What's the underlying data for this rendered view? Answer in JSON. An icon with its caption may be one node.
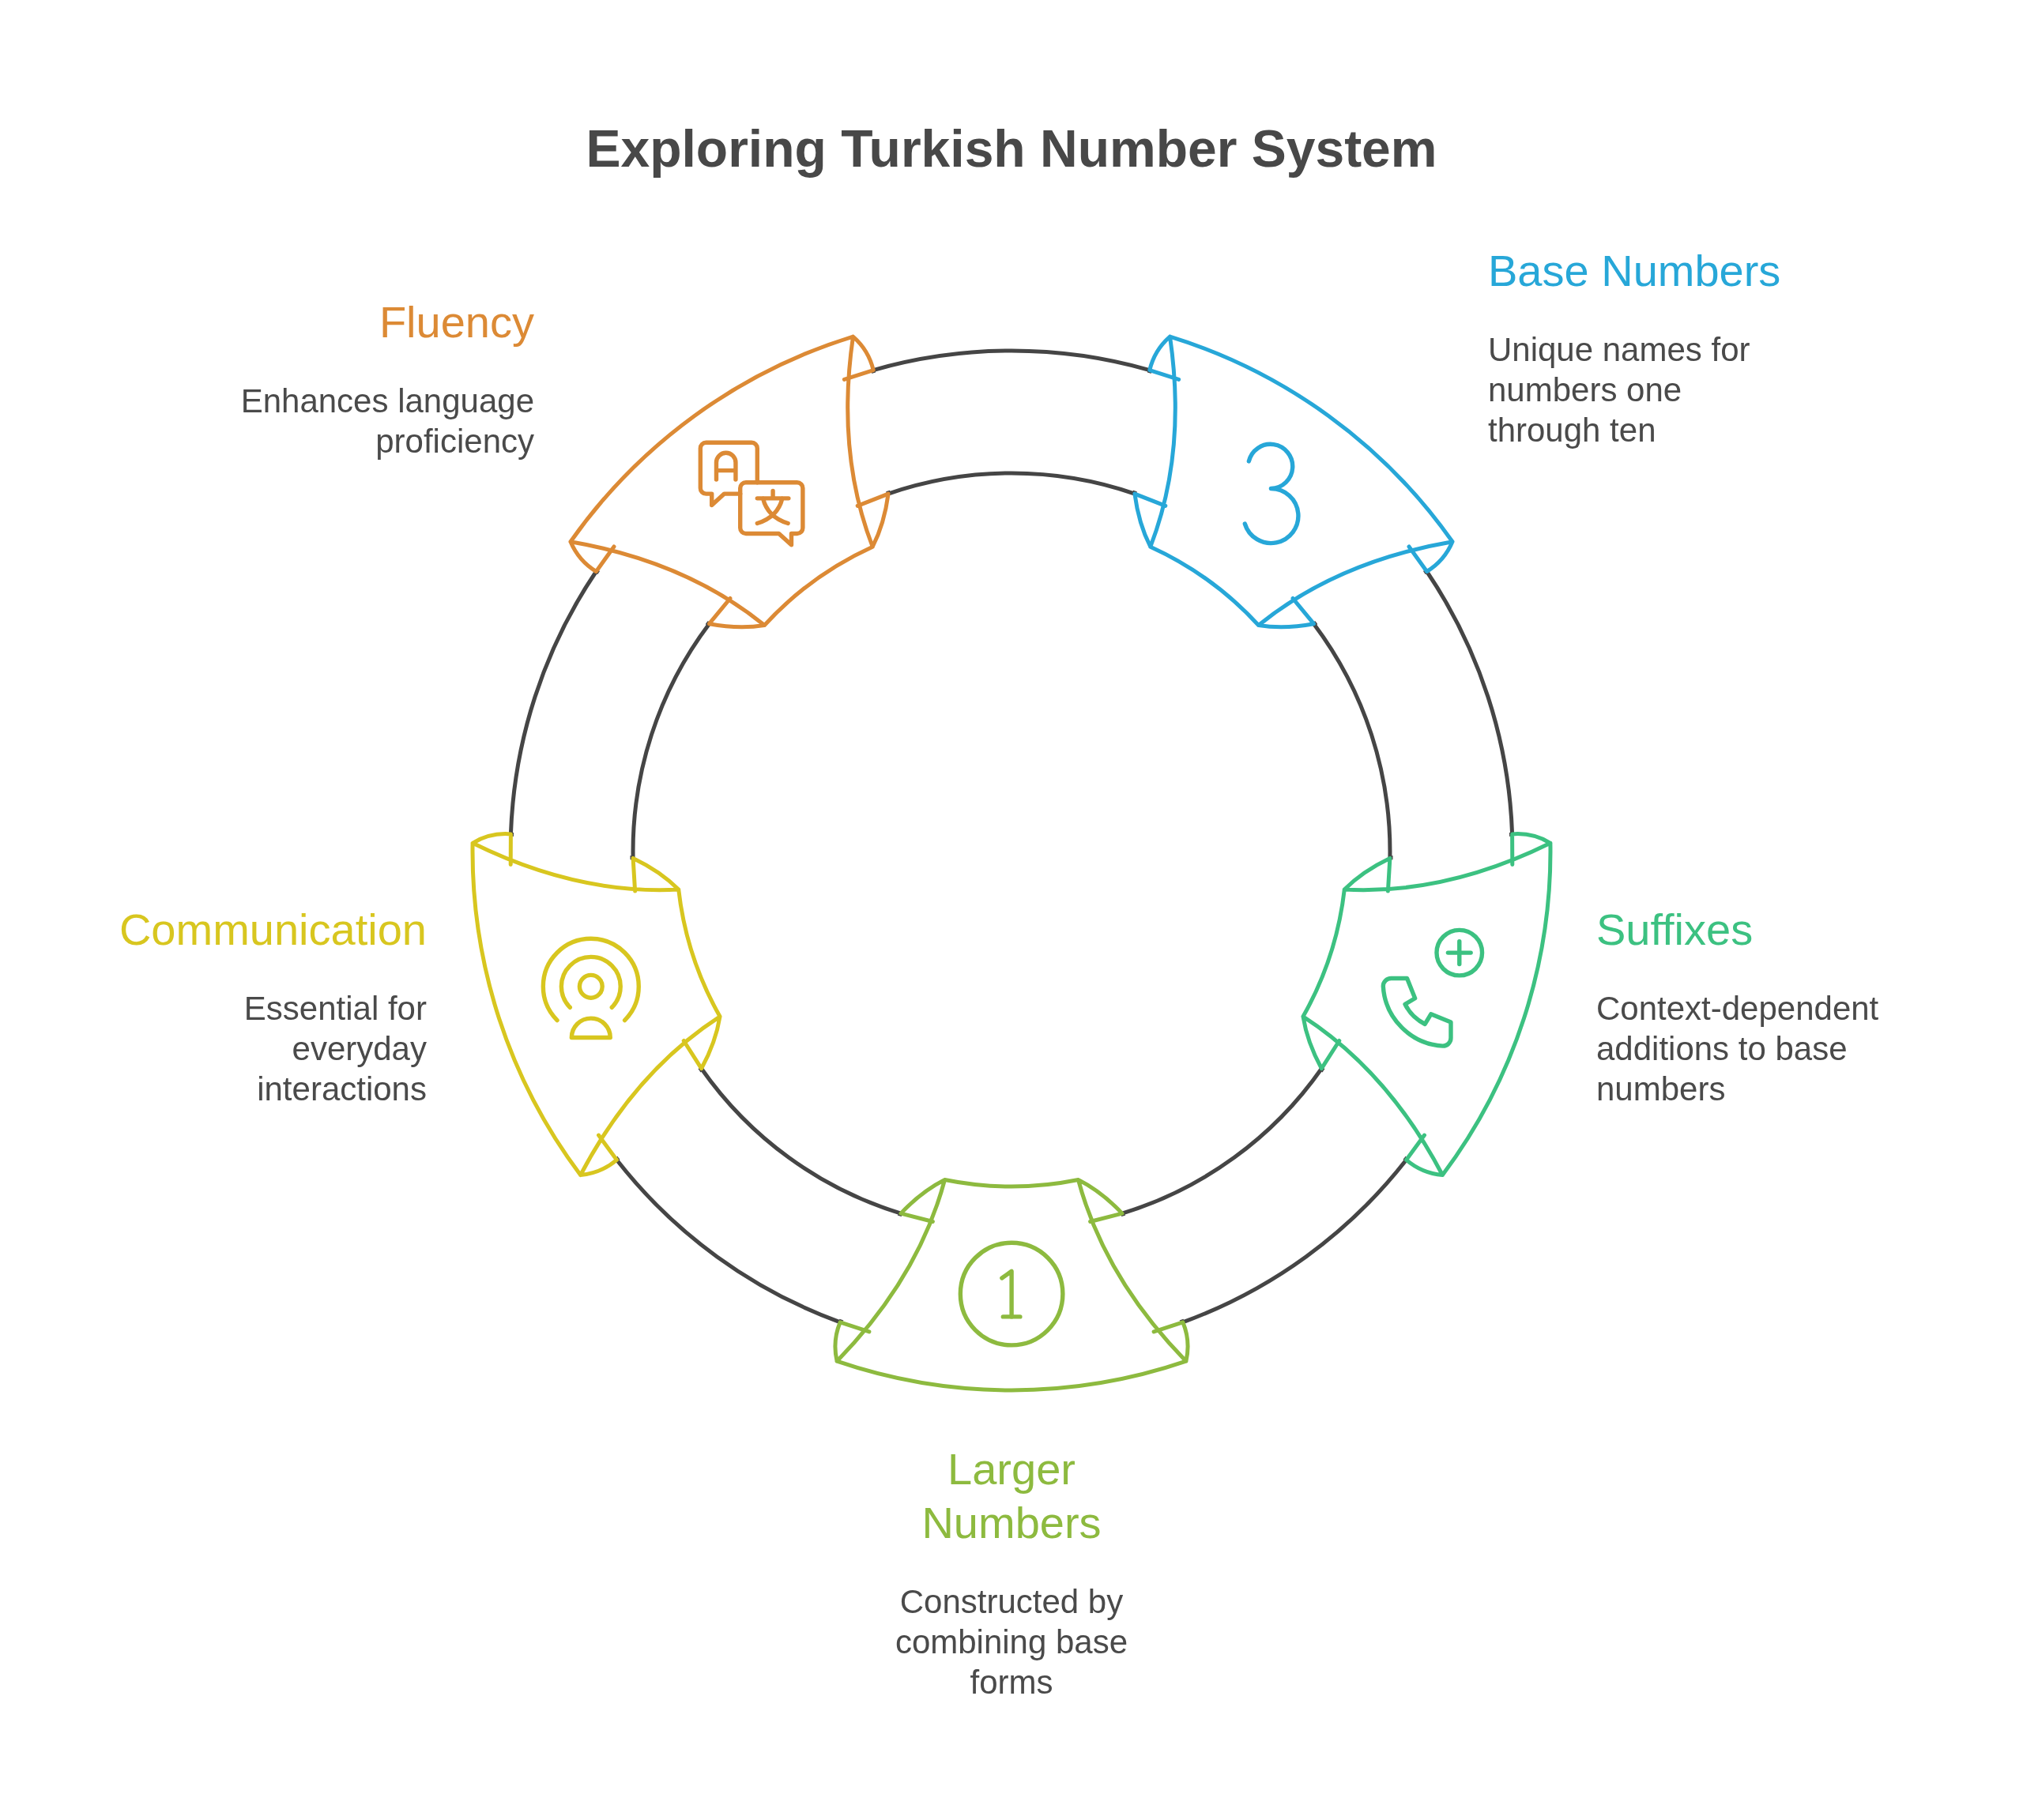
{
  "diagram": {
    "title": "Exploring Turkish Number System",
    "nodes": [
      {
        "text": [
          "Base Numbers",
          "Unique names for numbers one through ten"
        ]
      },
      {
        "text": [
          "Suffixes",
          "Context-dependent additions to base numbers"
        ]
      },
      {
        "text": [
          "Larger Numbers",
          "Constructed by combining base forms"
        ]
      },
      {
        "text": [
          "Communication",
          "Essential for everyday interactions"
        ]
      },
      {
        "text": [
          "Fluency",
          "Enhances language proficiency"
        ]
      }
    ],
    "edges": [
      {
        "from": 0,
        "to": 1,
        "arrow": "none"
      },
      {
        "from": 1,
        "to": 2,
        "arrow": "none"
      },
      {
        "from": 2,
        "to": 3,
        "arrow": "none"
      },
      {
        "from": 3,
        "to": 4,
        "arrow": "none"
      },
      {
        "from": 4,
        "to": 0,
        "arrow": "none"
      }
    ]
  }
}
